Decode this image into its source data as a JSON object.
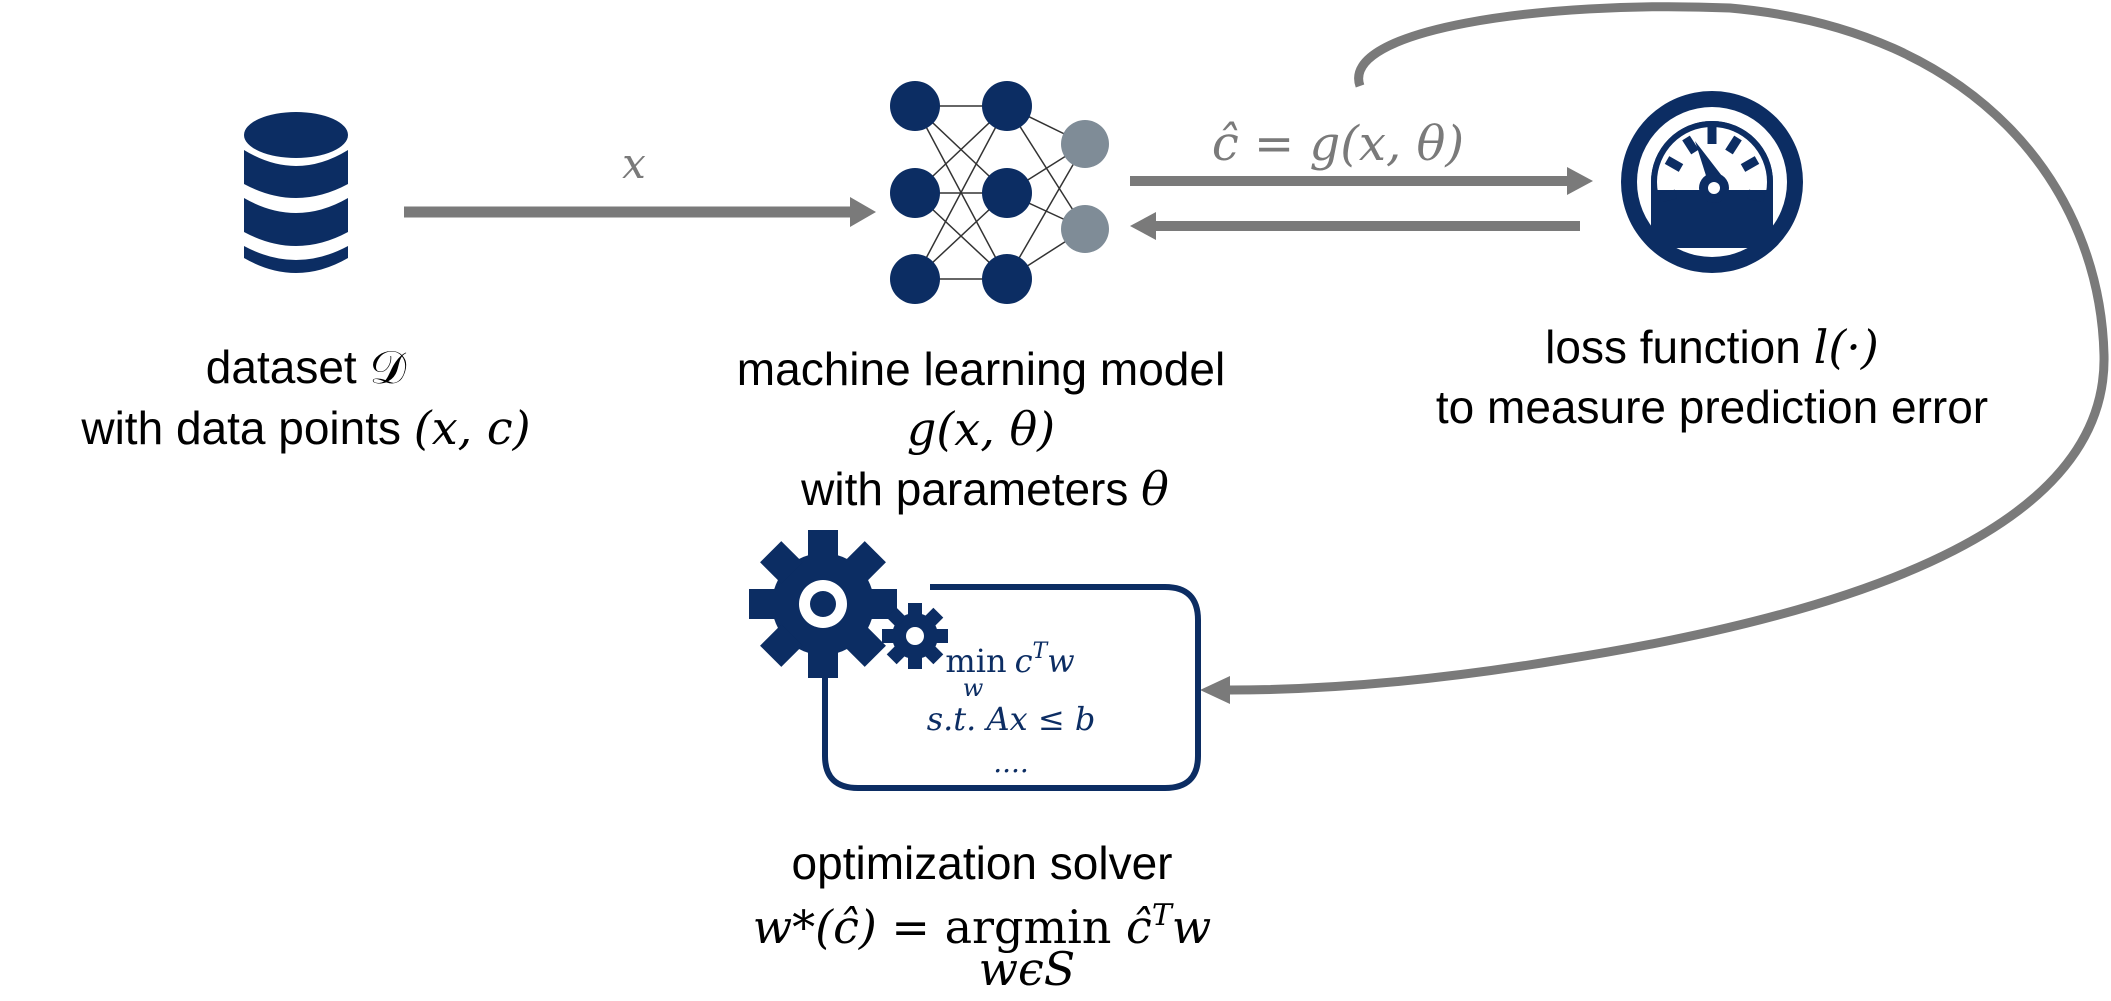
{
  "colors": {
    "navy": "#0c2d63",
    "node_gray": "#7f8c97",
    "arrow_gray": "#7a7a7a",
    "text": "#000000"
  },
  "icons": {
    "dataset": "database-icon",
    "model": "neural-network-icon",
    "loss": "speedometer-icon",
    "solver": "gears-icon"
  },
  "dataset": {
    "title_text": "dataset ",
    "title_symbol": "𝒟",
    "desc_text": "with data points ",
    "desc_math": "(x, c)"
  },
  "model": {
    "title": "machine learning model",
    "function": "g(x, θ)",
    "params_text": "with parameters ",
    "params_symbol": "θ"
  },
  "loss": {
    "title_text": "loss function ",
    "title_math": "l(·)",
    "desc": "to measure prediction error"
  },
  "edges": {
    "input_label": "x",
    "prediction_label": "ĉ = g(x, θ)"
  },
  "solver": {
    "title": "optimization solver",
    "formula_lhs": "w*(ĉ) = ",
    "formula_op": "argmin",
    "formula_rhs": " ĉ",
    "formula_sup": "T",
    "formula_w": "w",
    "formula_sub": "wϵS",
    "box_min": "min",
    "box_min_sub": "w",
    "box_obj": "c",
    "box_obj_sup": "T",
    "box_obj_w": "w",
    "box_constraint": "s.t. Ax ≤ b",
    "box_dots": "...."
  }
}
